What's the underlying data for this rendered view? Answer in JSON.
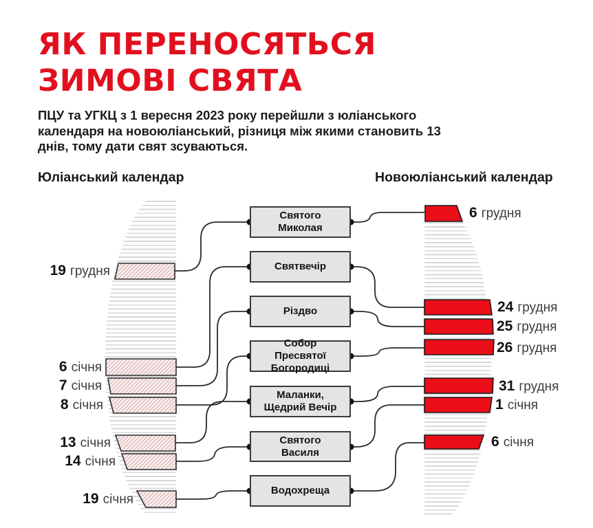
{
  "title": {
    "line1": "ЯК ПЕРЕНОСЯТЬСЯ",
    "line2": "ЗИМОВІ СВЯТА"
  },
  "intro": "ПЦУ та УГКЦ з 1 вересня 2023 року перейшли з юліанського календаря на новоюліанський, різниця між якими становить 13 днів, тому дати свят зсуваються.",
  "columns": {
    "left": "Юліанський календар",
    "right": "Новоюліанський календар"
  },
  "holidays": [
    {
      "name": "Святого Миколая",
      "julian": {
        "day": "19",
        "month": "грудня"
      },
      "new": {
        "day": "6",
        "month": "грудня"
      }
    },
    {
      "name": "Святвечір",
      "julian": {
        "day": "6",
        "month": "січня"
      },
      "new": {
        "day": "24",
        "month": "грудня"
      }
    },
    {
      "name": "Різдво",
      "julian": {
        "day": "7",
        "month": "січня"
      },
      "new": {
        "day": "25",
        "month": "грудня"
      }
    },
    {
      "name": "Собор Пресвятої Богородиці",
      "julian": {
        "day": "8",
        "month": "січня"
      },
      "new": {
        "day": "26",
        "month": "грудня"
      }
    },
    {
      "name": "Маланки, Щедрий Вечір",
      "julian": {
        "day": "13",
        "month": "січня"
      },
      "new": {
        "day": "31",
        "month": "грудня"
      }
    },
    {
      "name": "Святого Василя",
      "julian": {
        "day": "14",
        "month": "січня"
      },
      "new": {
        "day": "1",
        "month": "січня"
      }
    },
    {
      "name": "Водохреща",
      "julian": {
        "day": "19",
        "month": "січня"
      },
      "new": {
        "day": "6",
        "month": "січня"
      }
    }
  ],
  "colors": {
    "accent_red": "#e2101e",
    "band_red": "#e90e18",
    "hatch_pink": "#c98f93",
    "box_fill": "#e4e4e4",
    "stripe_gray": "#d8d8d8"
  }
}
